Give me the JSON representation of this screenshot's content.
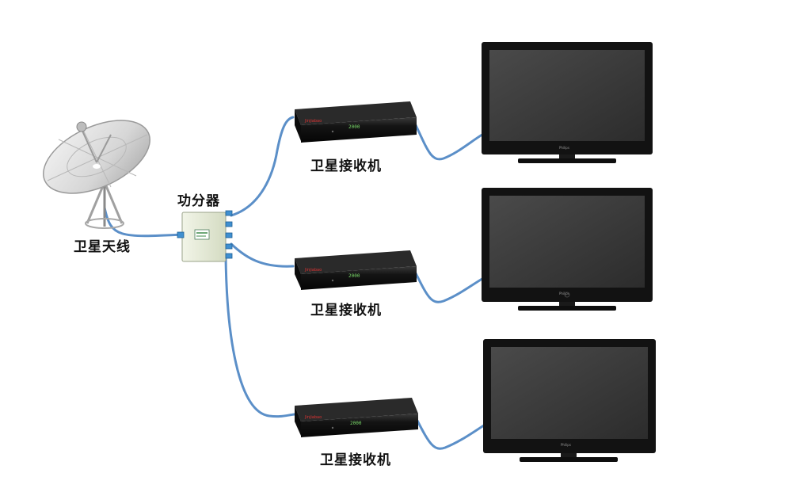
{
  "labels": {
    "antenna": "卫星天线",
    "splitter": "功分器",
    "receiver_1": "卫星接收机",
    "receiver_2": "卫星接收机",
    "receiver_3": "卫星接收机"
  },
  "receiver_display": "2000",
  "colors": {
    "cable": "#5b8fc8",
    "receiver_body": "#151515",
    "tv_frame": "#121212",
    "tv_screen": "#3a3a3a",
    "splitter_body": "#e7ecd9",
    "dish": "#dcdcdc"
  }
}
